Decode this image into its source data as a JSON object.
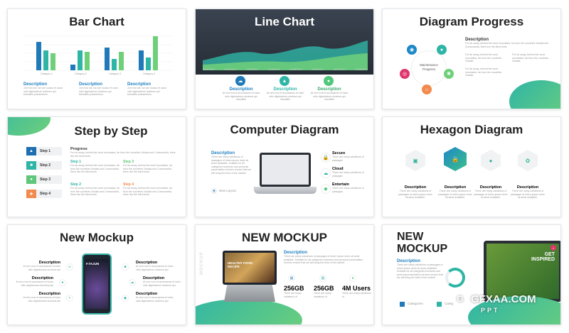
{
  "slides": {
    "bar_chart": {
      "title": "Bar Chart",
      "categories": [
        "Category 1",
        "Category 2",
        "Category 3",
        "Category 4"
      ],
      "desc_label": "Description",
      "desc_text": "Jo'ro'ma sie, we pre oculus et oculo odio dignissimos ducimus qui blanditiis praesentium."
    },
    "line_chart": {
      "title": "Line Chart",
      "dates": [
        "01/01/2017",
        "01/02/2017",
        "01/03/2017",
        "01/04/2017",
        "01/05/2017",
        "01/06/2017",
        "01/07/2017",
        "01/08/2017"
      ],
      "desc_label": "Description",
      "desc_text": "At vero eos et accusamus et iusto odio dignissimos ducimus qui blanditiis"
    },
    "diagram_progress": {
      "title": "Diagram Progress",
      "center_label": "Maintenance Progress",
      "desc_label": "Description",
      "desc_text": "For far away, behind the word mountains, far from the countries Vokalia and Consonantia, there live the blind texts.",
      "bullets": [
        "For far away, behind the word mountains, far from the countries Vokalia.",
        "For far away, behind the word mountains, far from the countries Vokalia.",
        "For far away, behind the word mountains, far from the countries Vokalia."
      ]
    },
    "step_by_step": {
      "title": "Step by Step",
      "steps": [
        "Step 1",
        "Step 2",
        "Step 3",
        "Step 4"
      ],
      "progress_label": "Progress",
      "progress_text": "For far away, behind the word mountains, far from the countries Vokalia and Consonantia, there live the blind texts.",
      "sub_steps": [
        "Step 1",
        "Step 3",
        "Step 2",
        "Step 4"
      ],
      "sub_text": "For far away, behind the word mountains, far from the countries Vokalia and Consonantia, there live the blind texts."
    },
    "computer_diagram": {
      "title": "Computer Diagram",
      "desc_label": "Description",
      "desc_text": "There are many variations of passages of lorem ipsum dolor sit amet available. Suitable for all categories business and personal presentation formers ensure that we will bring the best of the market.",
      "new_layout": "New Layout",
      "features": [
        {
          "label": "Secure",
          "text": "There are many variations of passages"
        },
        {
          "label": "Cloud",
          "text": "There are many variations of passages"
        },
        {
          "label": "Entertain",
          "text": "There are many variations of passages"
        }
      ]
    },
    "hexagon_diagram": {
      "title": "Hexagon Diagram",
      "items": [
        {
          "label": "Description",
          "text": "There are many variations of passages of lorem ipsum dolor sit amet available."
        },
        {
          "label": "Description",
          "text": "There are many variations of passages of lorem ipsum dolor sit amet available."
        },
        {
          "label": "Description",
          "text": "There are many variations of passages of lorem ipsum dolor sit amet available."
        },
        {
          "label": "Description",
          "text": "There are many variations of passages of lorem ipsum dolor sit amet available."
        }
      ]
    },
    "new_mockup_1": {
      "title": "New Mockup",
      "phone_text": "F.TAJUN",
      "desc_label": "Description",
      "desc_text": "At vero eos et accusamus et iusto odio dignissimos ducimus qui"
    },
    "new_mockup_2": {
      "title": "NEW MOCKUP",
      "screen_caption": "HEALTHY FOOD RECIPE",
      "side_text": "MOCKUP",
      "desc_label": "Description",
      "desc_text": "There are many variations of passages of lorem ipsum dolor sit amet available. Suitable for all categories business and personal presentation formers ensure that we will bring the best of the market.",
      "stats": [
        {
          "value": "256GB",
          "text": "There are many variations of"
        },
        {
          "value": "256GB",
          "text": "There are many variations of"
        },
        {
          "value": "4M Users",
          "text": "There are many variations of"
        }
      ]
    },
    "new_mockup_3": {
      "title_line1": "NEW",
      "title_line2": "MOCKUP",
      "desc_label": "Description",
      "desc_text": "There are many variations of passages of lorem ipsum dolor sit amet available. Suitable for all categories business and personal presentation formers ensure that we will bring the best of the market.",
      "screen_text": "GET INSPIRED",
      "legend": [
        "Categories",
        "Categ"
      ]
    }
  },
  "watermark": {
    "line1": "GFXAA.COM",
    "line2": "PPT"
  },
  "colors": {
    "blue": "#2079b8",
    "green": "#4fc87a",
    "teal": "#2fb5a6"
  }
}
